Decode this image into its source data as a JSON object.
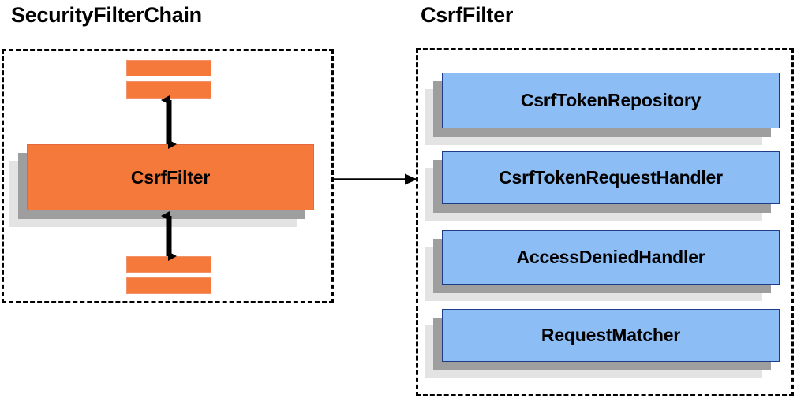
{
  "diagram": {
    "title_left": "SecurityFilterChain",
    "title_right": "CsrfFilter",
    "colors": {
      "orange_fill": "#F4793B",
      "orange_border": "#F2926A",
      "blue_fill": "#8CBDF5",
      "blue_border": "#1F3C88",
      "shadow_inner": "#9E9E9E",
      "shadow_outer": "#E3E3E3",
      "group_border": "#000000",
      "arrow": "#000000",
      "background": "#FFFFFF"
    }
  },
  "left_panel": {
    "heading": "SecurityFilterChain",
    "filters_above": [
      {
        "label": ""
      },
      {
        "label": ""
      }
    ],
    "main_component": {
      "label": "CsrfFilter"
    },
    "filters_below": [
      {
        "label": ""
      },
      {
        "label": ""
      }
    ],
    "arrows": [
      {
        "name": "arrow-up-down-top",
        "direction": "bidirectional"
      },
      {
        "name": "arrow-up-down-bottom",
        "direction": "bidirectional"
      }
    ]
  },
  "right_panel": {
    "heading": "CsrfFilter",
    "components": [
      {
        "label": "CsrfTokenRepository"
      },
      {
        "label": "CsrfTokenRequestHandler"
      },
      {
        "label": "AccessDeniedHandler"
      },
      {
        "label": "RequestMatcher"
      }
    ]
  },
  "connector": {
    "name": "csrffilter-to-detail-arrow",
    "direction": "right",
    "label": ""
  }
}
